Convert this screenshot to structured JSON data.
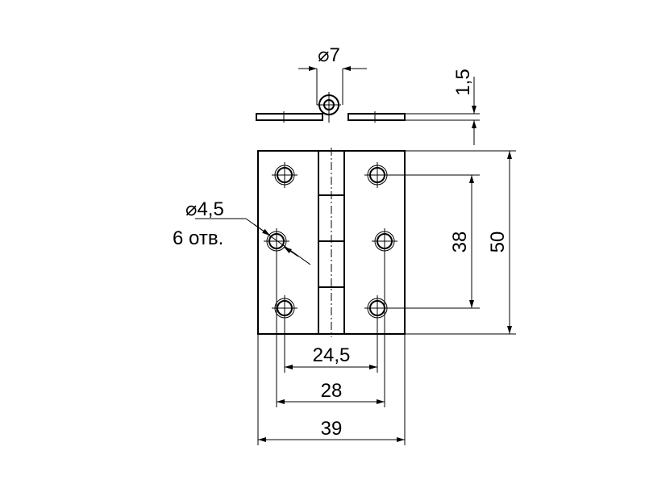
{
  "drawing": {
    "pin_diameter": "⌀7",
    "thickness": "1,5",
    "hole_diameter": "⌀4,5",
    "hole_count": "6 отв.",
    "hole_pitch_vertical": "38",
    "height": "50",
    "inner_hole_spacing": "24,5",
    "outer_hole_spacing": "28",
    "width": "39"
  }
}
